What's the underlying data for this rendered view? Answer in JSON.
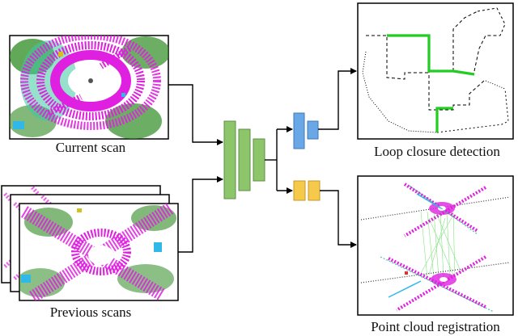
{
  "captions": {
    "current_scan": "Current scan",
    "previous_scans": "Previous scans",
    "loop_closure": "Loop closure detection",
    "registration": "Point cloud registration"
  },
  "colors": {
    "scan_magenta": "#e020e0",
    "vegetation_green": "#2e8b22",
    "road_teal": "#40c8a0",
    "building_cyan": "#30b8e8",
    "encoder_green": "#8cc56a",
    "branch_blue": "#6aa7e6",
    "branch_yellow": "#f5c94a",
    "loop_path": "#22cc22"
  }
}
